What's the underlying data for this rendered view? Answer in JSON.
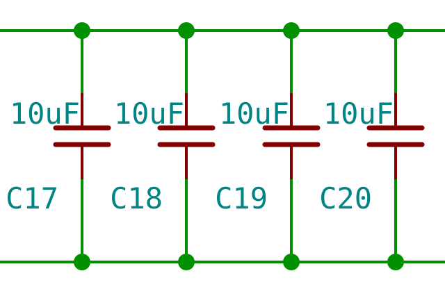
{
  "colors": {
    "background": "#ffffff",
    "wire": "#009000",
    "component": "#840000",
    "junction": "#009000",
    "label": "#008484"
  },
  "rails": [
    "top-rail",
    "bottom-rail"
  ],
  "capacitors": [
    {
      "ref": "C17",
      "value": "10uF"
    },
    {
      "ref": "C18",
      "value": "10uF"
    },
    {
      "ref": "C19",
      "value": "10uF"
    },
    {
      "ref": "C20",
      "value": "10uF"
    }
  ]
}
